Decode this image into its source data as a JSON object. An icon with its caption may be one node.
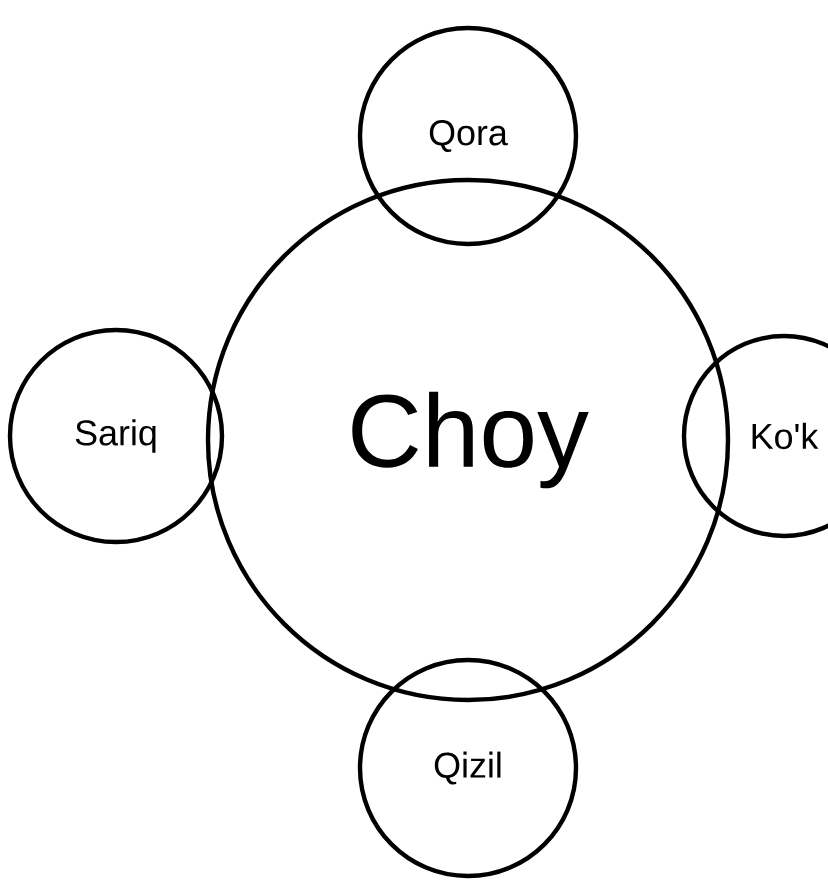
{
  "diagram": {
    "nodes": [
      {
        "text": [
          "Qora"
        ]
      },
      {
        "text": [
          "Sariq"
        ]
      },
      {
        "text": [
          "Choy"
        ]
      },
      {
        "text": [
          "Ko'k"
        ]
      },
      {
        "text": [
          "Qizil"
        ]
      }
    ]
  }
}
